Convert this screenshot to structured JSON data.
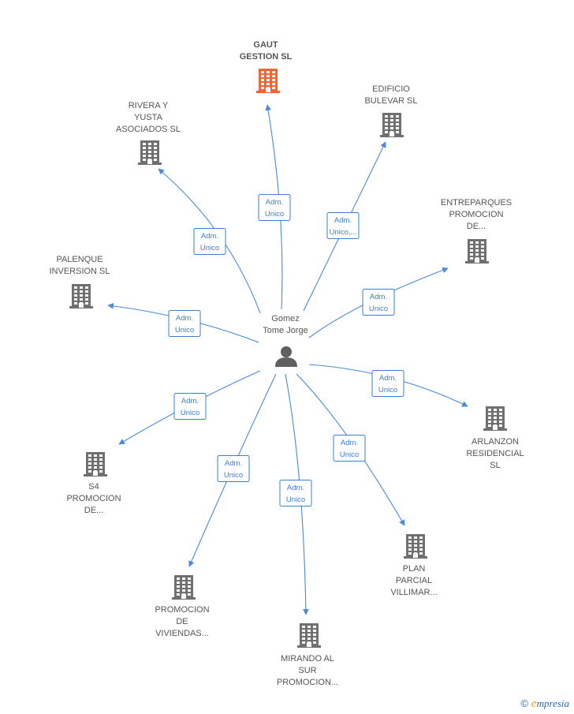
{
  "person": {
    "name_lines": [
      "Gomez",
      "Tome Jorge"
    ]
  },
  "companies": [
    {
      "id": "gaut",
      "lines": [
        "GAUT",
        "GESTION  SL"
      ],
      "highlight": true,
      "color": "#f26532"
    },
    {
      "id": "edificio",
      "lines": [
        "EDIFICIO",
        "BULEVAR  SL"
      ],
      "highlight": false,
      "color": "#707070"
    },
    {
      "id": "rivera",
      "lines": [
        "RIVERA Y",
        "YUSTA",
        "ASOCIADOS  SL"
      ],
      "highlight": false,
      "color": "#707070"
    },
    {
      "id": "entreparques",
      "lines": [
        "ENTREPARQUES",
        "PROMOCION",
        "DE..."
      ],
      "highlight": false,
      "color": "#707070"
    },
    {
      "id": "palenque",
      "lines": [
        "PALENQUE",
        "INVERSION SL"
      ],
      "highlight": false,
      "color": "#707070"
    },
    {
      "id": "arlanzon",
      "lines": [
        "ARLANZON",
        "RESIDENCIAL",
        "SL"
      ],
      "highlight": false,
      "color": "#707070"
    },
    {
      "id": "s4",
      "lines": [
        "S4",
        "PROMOCION",
        "DE..."
      ],
      "highlight": false,
      "color": "#707070"
    },
    {
      "id": "plan",
      "lines": [
        "PLAN",
        "PARCIAL",
        "VILLIMAR..."
      ],
      "highlight": false,
      "color": "#707070"
    },
    {
      "id": "promocion",
      "lines": [
        "PROMOCION",
        "DE",
        "VIVIENDAS..."
      ],
      "highlight": false,
      "color": "#707070"
    },
    {
      "id": "mirando",
      "lines": [
        "MIRANDO AL",
        "SUR",
        "PROMOCION..."
      ],
      "highlight": false,
      "color": "#707070"
    }
  ],
  "edges": [
    {
      "to": "gaut",
      "label_lines": [
        "Adm.",
        "Unico"
      ]
    },
    {
      "to": "edificio",
      "label_lines": [
        "Adm.",
        "Unico,..."
      ]
    },
    {
      "to": "rivera",
      "label_lines": [
        "Adm.",
        "Unico"
      ]
    },
    {
      "to": "entreparques",
      "label_lines": [
        "Adm.",
        "Unico"
      ]
    },
    {
      "to": "palenque",
      "label_lines": [
        "Adm.",
        "Unico"
      ]
    },
    {
      "to": "arlanzon",
      "label_lines": [
        "Adm.",
        "Unico"
      ]
    },
    {
      "to": "s4",
      "label_lines": [
        "Adm.",
        "Unico"
      ]
    },
    {
      "to": "plan",
      "label_lines": [
        "Adm.",
        "Unico"
      ]
    },
    {
      "to": "promocion",
      "label_lines": [
        "Adm.",
        "Unico"
      ]
    },
    {
      "to": "mirando",
      "label_lines": [
        "Adm.",
        "Unico"
      ]
    }
  ],
  "colors": {
    "edge": "#4a8ad8",
    "person": "#606060"
  },
  "watermark": {
    "copyright": "©",
    "brand_first": "e",
    "brand_rest": "mpresia"
  }
}
